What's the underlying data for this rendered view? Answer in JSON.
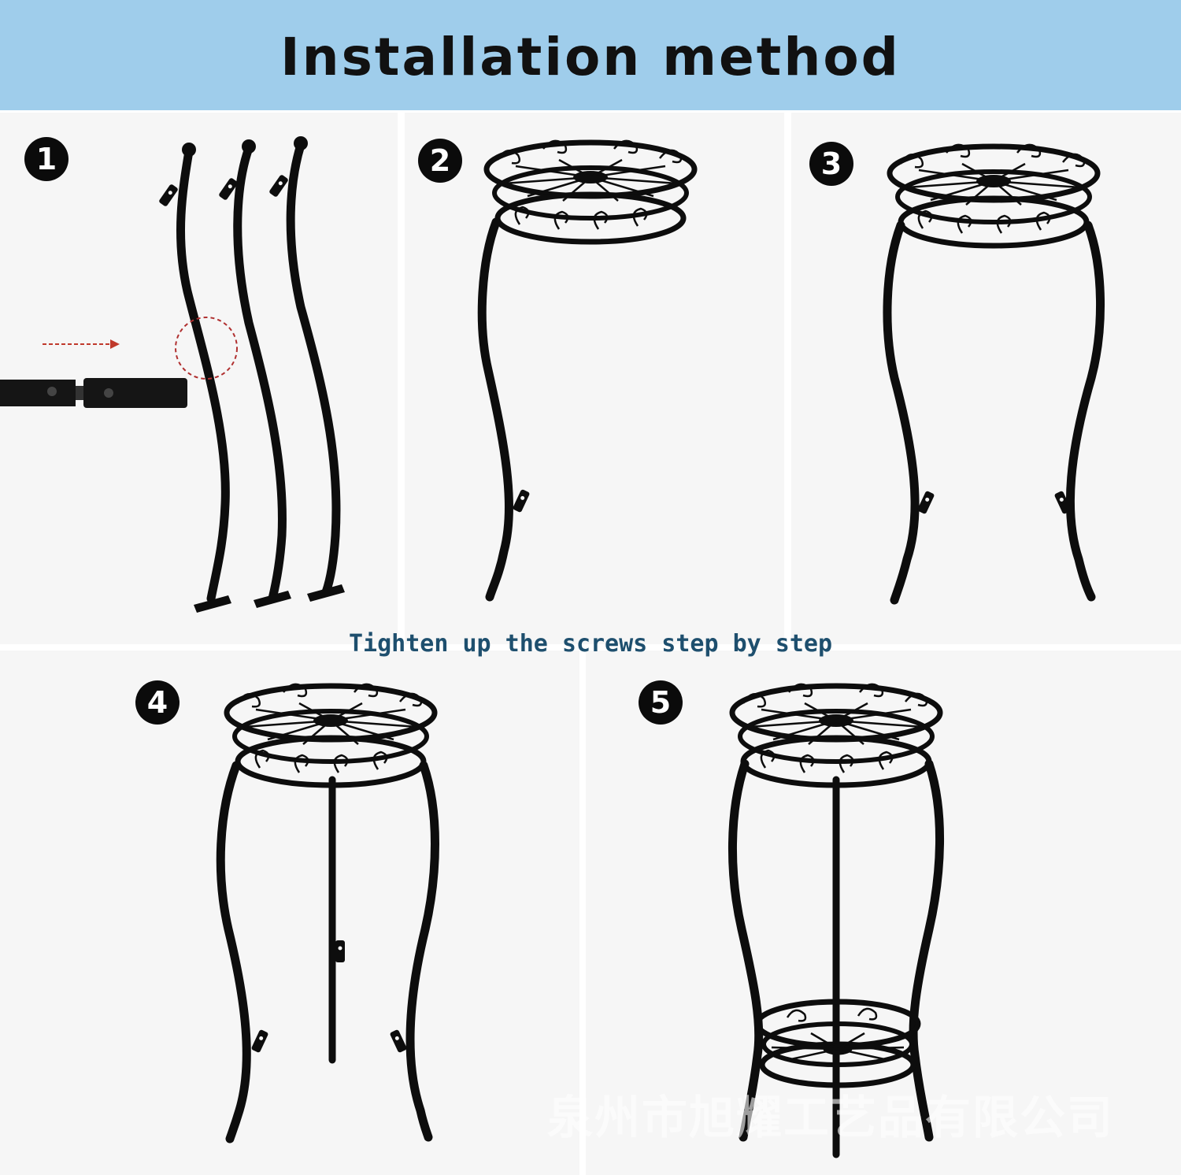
{
  "header": {
    "title": "Installation method"
  },
  "steps": [
    {
      "number": "1"
    },
    {
      "number": "2"
    },
    {
      "number": "3"
    },
    {
      "number": "4"
    },
    {
      "number": "5"
    }
  ],
  "caption": "Tighten up the screws step by step",
  "watermark": "泉州市旭耀工艺品有限公司",
  "colors": {
    "banner": "#9fcdeb",
    "caption": "#1e4f6e",
    "metal": "#0d0d0d",
    "arrow": "#c0392b"
  }
}
